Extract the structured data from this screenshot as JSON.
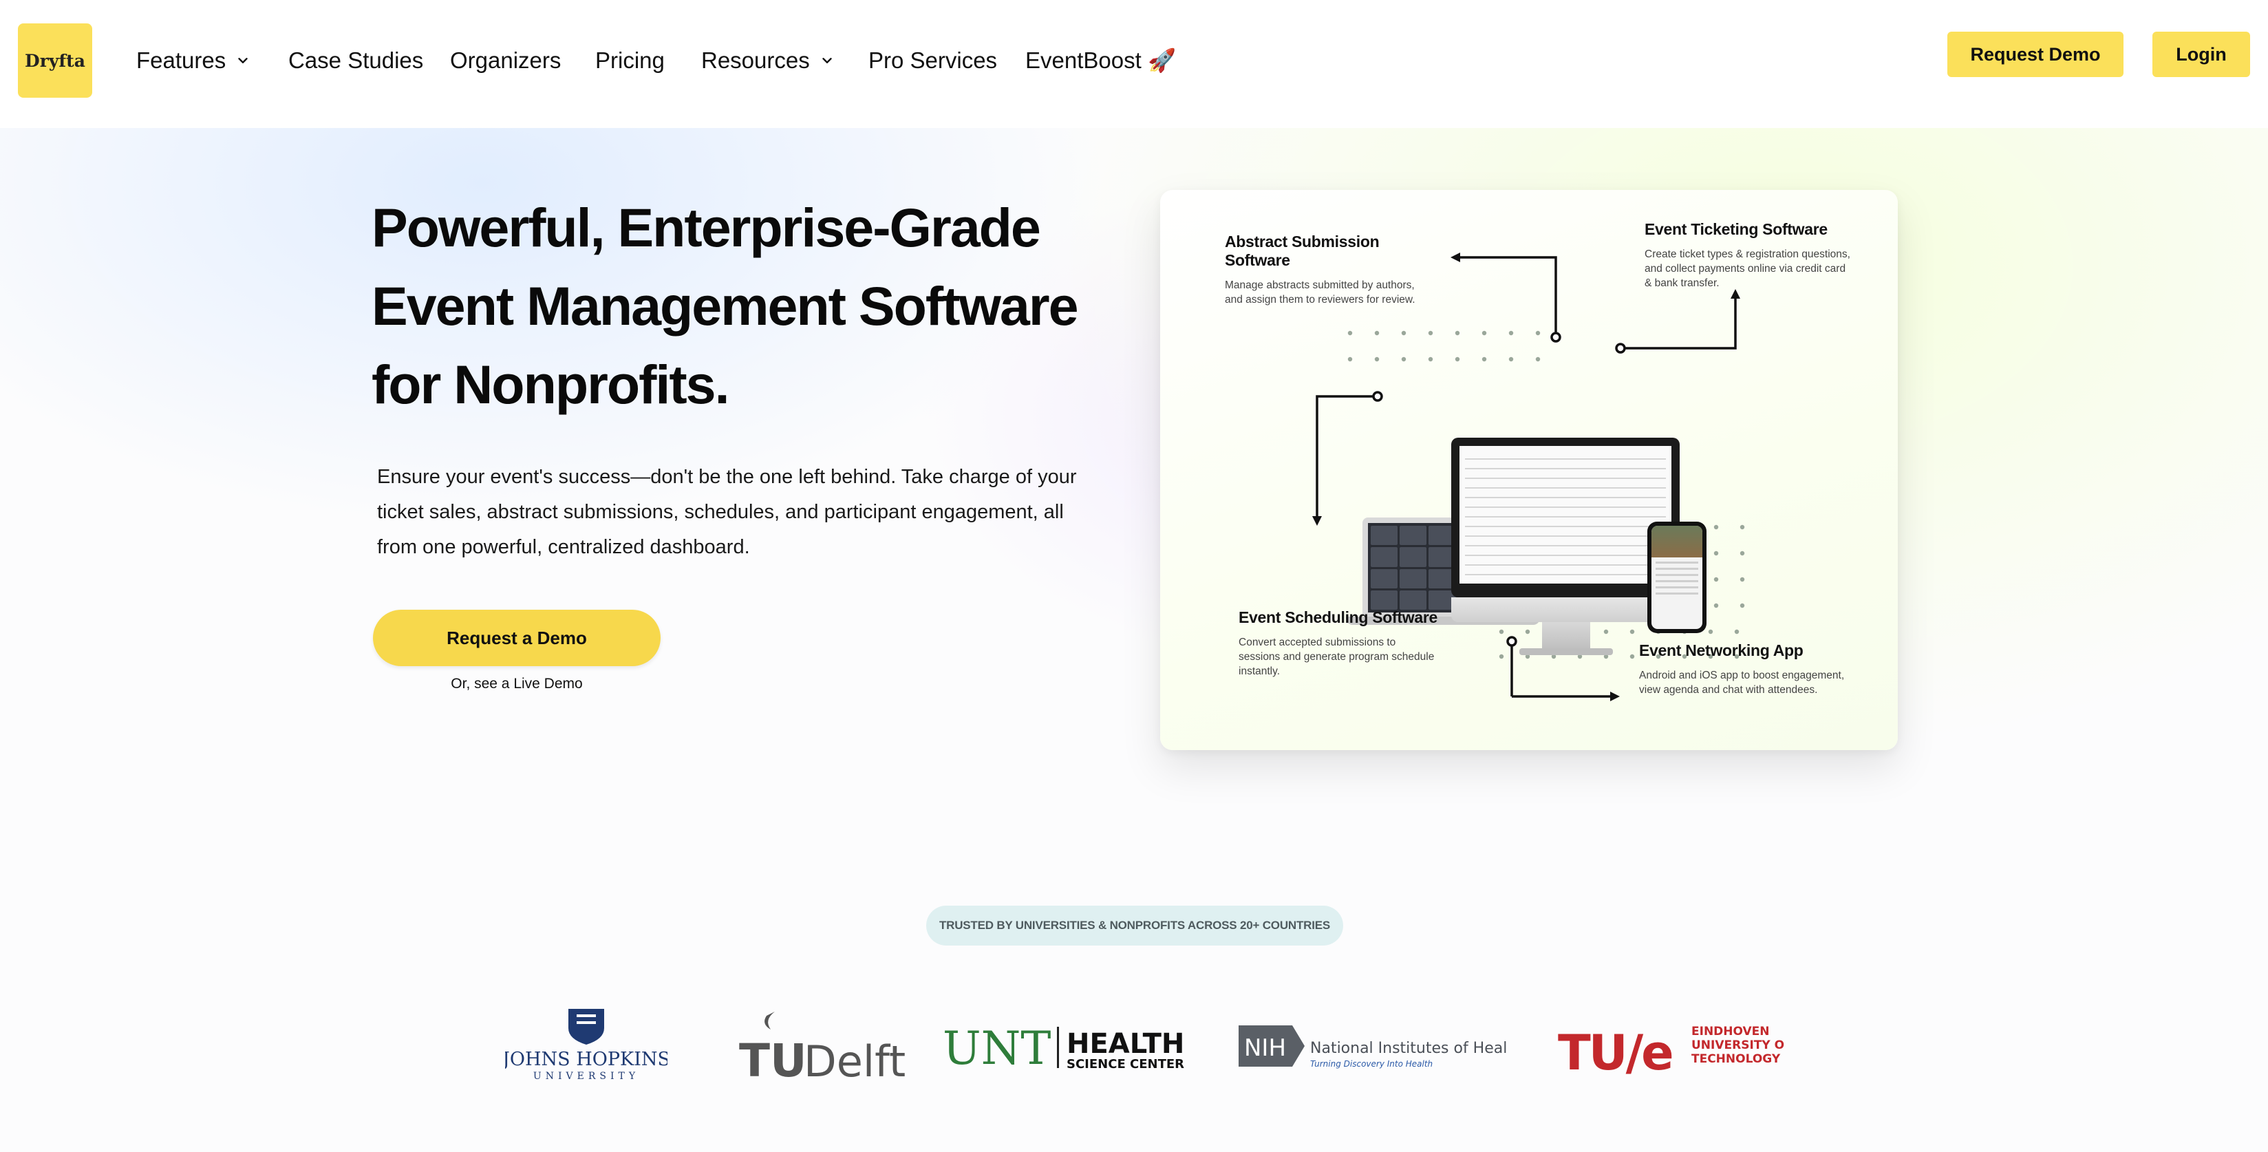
{
  "brand": {
    "logo_text": "Dryfta",
    "accent": "#fbe05a"
  },
  "nav": {
    "items": [
      {
        "label": "Features",
        "dropdown": true
      },
      {
        "label": "Case Studies",
        "dropdown": false
      },
      {
        "label": "Organizers",
        "dropdown": false
      },
      {
        "label": "Pricing",
        "dropdown": false
      },
      {
        "label": "Resources",
        "dropdown": true
      },
      {
        "label": "Pro Services",
        "dropdown": false
      },
      {
        "label": "EventBoost 🚀",
        "dropdown": false
      }
    ],
    "request_demo_label": "Request Demo",
    "login_label": "Login"
  },
  "hero": {
    "title_lines": [
      "Powerful, Enterprise-Grade",
      "Event Management Software",
      "for Nonprofits."
    ],
    "description": "Ensure your event's success—don't be the one left behind. Take charge of your ticket sales, abstract submissions, schedules, and participant engagement, all from one powerful, centralized dashboard.",
    "cta_label": "Request a Demo",
    "live_demo_text": "Or, see a Live Demo"
  },
  "features": {
    "abstract": {
      "title": "Abstract Submission Software",
      "desc": "Manage abstracts  submitted by authors, and assign them to reviewers for review."
    },
    "ticketing": {
      "title": "Event Ticketing Software",
      "desc": "Create  ticket types & registration questions, and collect payments online via credit card & bank transfer."
    },
    "scheduling": {
      "title": "Event Scheduling Software",
      "desc": "Convert accepted submissions to sessions and generate program schedule instantly."
    },
    "networking": {
      "title": "Event Networking App",
      "desc": "Android and iOS app to boost engagement, view agenda and chat with attendees."
    }
  },
  "trusted": {
    "label": "TRUSTED BY UNIVERSITIES & NONPROFITS ACROSS 20+ COUNTRIES"
  },
  "partners": {
    "jhu": {
      "line1": "JOHNS HOPKINS",
      "line2": "UNIVERSITY"
    },
    "tudelft": {
      "tu": "TU",
      "delft": "Delft"
    },
    "unt": {
      "unt": "UNT",
      "health": "HEALTH",
      "science": "SCIENCE CENTER"
    },
    "nih": {
      "abbr": "NIH",
      "name": "National Institutes of Health",
      "tagline": "Turning Discovery Into Health"
    },
    "tue": {
      "mark": "TU/e",
      "line1": "EINDHOVEN",
      "line2": "UNIVERSITY OF",
      "line3": "TECHNOLOGY"
    }
  }
}
